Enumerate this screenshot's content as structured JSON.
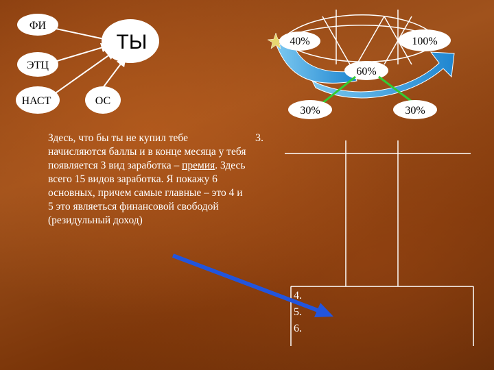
{
  "nodes": {
    "fi": "ФИ",
    "etc": "ЭТЦ",
    "nast": "НАСТ",
    "os": "ОС",
    "ty": "ТЫ"
  },
  "percents": {
    "p40": "40%",
    "p100": "100%",
    "p60": "60%",
    "p30_left": "30%",
    "p30_right": "30%"
  },
  "step3": "3.",
  "paragraph": {
    "before": "Здесь, что бы ты не купил тебе начисляются баллы и в конце месяца у тебя появляется 3 вид заработка – ",
    "underlined": "премия",
    "after": ". Здесь всего 15 видов заработка. Я покажу 6 основных, причем самые главные – это 4 и 5 это являеться финансовой свободой (резидульный доход)"
  },
  "list": [
    "4.",
    "5.",
    "6."
  ],
  "colors": {
    "bubble": "#ffffff",
    "blue_arrow": "#2a8fd6",
    "green_line": "#33cc33",
    "pointer_arrow": "#2255dd"
  }
}
